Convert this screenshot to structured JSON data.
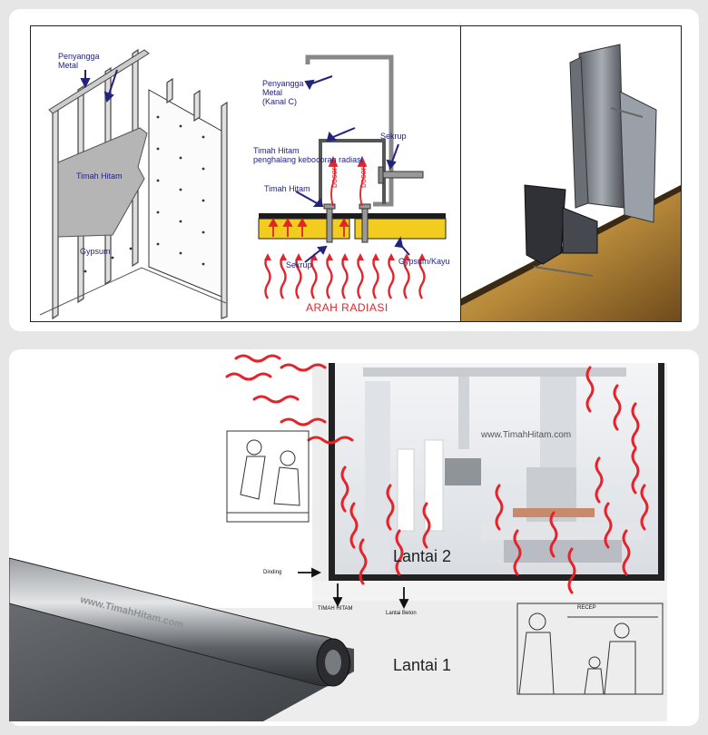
{
  "top_panels": {
    "frame": {
      "support_label": "Penyangga\nMetal",
      "lead_label": "Timah Hitam",
      "gypsum_label": "Gypsum"
    },
    "section": {
      "support_label": "Penyangga\nMetal\n(Kanal C)",
      "screw_label_top": "Sekrup",
      "lead_barrier_label": "Timah Hitam\npenghalang kebocoran radiasi",
      "lead_label": "Timah Hitam",
      "leak_label_1": "bocor",
      "leak_label_2": "bocor",
      "screw_label_bottom": "Sekrup",
      "board_label": "Gypsum/Kayu",
      "direction_label": "ARAH RADIASI"
    }
  },
  "bottom_panel": {
    "watermark": "www.TimahHitam.com",
    "floor_upper": "Lantai 2",
    "floor_lower": "Lantai 1",
    "wall_label": "Dinding",
    "lead_label": "TIMAH HITAM",
    "concrete_label": "Lantai Beton",
    "roll_watermark": "www.TimahHitam.com",
    "reception_sign": "RECEP"
  },
  "colors": {
    "label_blue": "#23237e",
    "radiation_red": "#e3242b",
    "board_yellow": "#f2cc1f",
    "background": "#e6e6e6"
  }
}
